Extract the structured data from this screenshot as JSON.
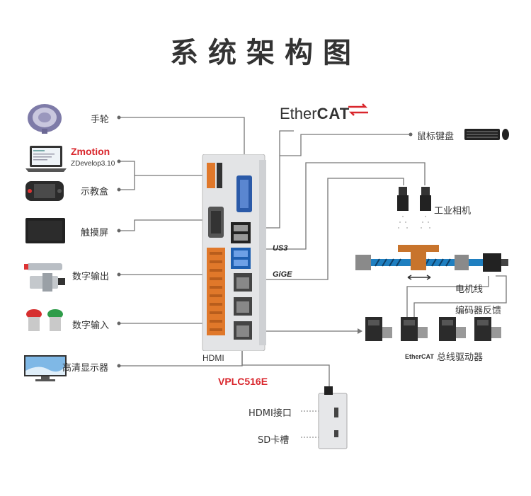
{
  "title": "系统架构图",
  "left_items": [
    {
      "label": "手轮",
      "icon": "handwheel-icon"
    },
    {
      "label": "示教盒",
      "icon": "teach-pendant-icon"
    },
    {
      "label": "触摸屏",
      "icon": "touchscreen-icon"
    },
    {
      "label": "数字输出",
      "icon": "solenoid-valve-icon"
    },
    {
      "label": "数字输入",
      "icon": "push-button-icon"
    },
    {
      "label": "高清显示器",
      "icon": "monitor-icon"
    }
  ],
  "zmotion": {
    "brand": "Zmotion",
    "software": "ZDevelop3.10"
  },
  "ethercat_logo": {
    "prefix": "Ether",
    "suffix": "CAT"
  },
  "usb3_logo": "US3",
  "gige_logo": "GiGE",
  "right_items": {
    "keyboard": "鼠标键盘",
    "camera": "工业相机",
    "motor_cable": "电机线",
    "encoder": "编码器反馈",
    "drive": "总线驱动器",
    "drive_logo": "EtherCAT"
  },
  "controller": {
    "model": "VPLC516E",
    "hdmi": "HDMI"
  },
  "side_ports": {
    "hdmi": "HDMI接口",
    "sd": "SD卡槽"
  },
  "colors": {
    "accent_red": "#d9262c",
    "line": "#666666",
    "screw_blue": "#1f7fc0",
    "slider_orange": "#c8742c"
  }
}
